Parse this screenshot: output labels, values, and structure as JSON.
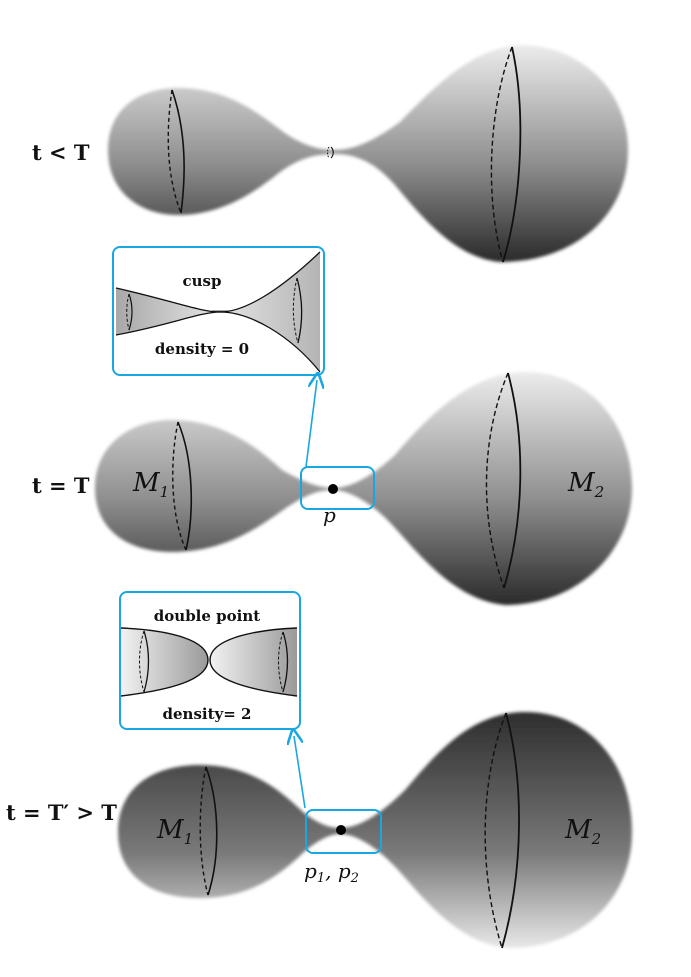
{
  "rows": [
    {
      "time_label": "t < T"
    },
    {
      "time_label": "t = T",
      "left_manifold": "M",
      "left_sub": "1",
      "right_manifold": "M",
      "right_sub": "2",
      "point_label": "p"
    },
    {
      "time_label": "t = T′ > T",
      "left_manifold": "M",
      "left_sub": "1",
      "right_manifold": "M",
      "right_sub": "2",
      "point_label": "p",
      "point_sub_1": "1",
      "point_sub_2": "2"
    }
  ],
  "insets": [
    {
      "title": "cusp",
      "caption": "density = 0"
    },
    {
      "title": "double point",
      "caption": "density= 2"
    }
  ],
  "colors": {
    "inset_border": "#1aa7e0",
    "arrow": "#1aa7e0"
  }
}
